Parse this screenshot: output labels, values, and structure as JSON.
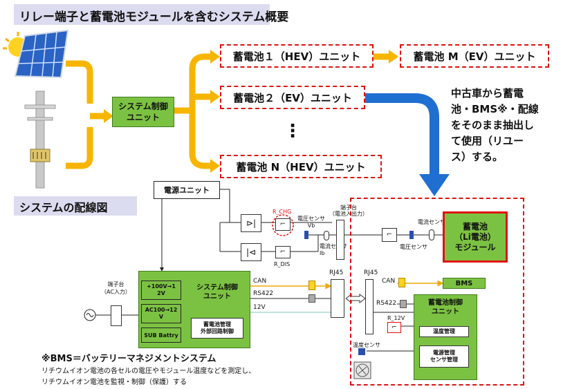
{
  "header": {
    "title": "リレー端子と蓄電池モジュールを含むシステム概要"
  },
  "overview": {
    "control_unit_label": "システム制御\nユニット",
    "battery1": "蓄電池１（HEV）ユニット",
    "batteryM": "蓄電池 M（EV）ユニット",
    "battery2": "蓄電池２（EV）ユニット",
    "ellipsis": "⋮",
    "batteryN": "蓄電池 N（HEV）ユニット",
    "note": "中古車から蓄電\n池・BMS※・配線\nをそのまま抽出し\nて使用（リユー\nス）する。"
  },
  "wiring": {
    "title": "システムの配線図",
    "power_unit": "電源ユニット",
    "terminal_ac": "端子台\n（AC入力）",
    "block_100v": "+100V→1\n2V",
    "block_ac": "AC100→12\nV",
    "block_sub": "SUB Battry",
    "system_control": "システム制御\nユニット",
    "battery_mgmt": "蓄電池管理\n外部回路制御",
    "r_chg": "R_CHG",
    "r_dis": "R_DIS",
    "v_sensor": "電圧センサ\nVb",
    "terminal_io": "端子台\n（電池入出力）",
    "i_sensor": "電流センサ\nIb",
    "can": "CAN",
    "rs422": "RS422",
    "v12": "12V",
    "rj45": "RJ45",
    "rj45_b": "RJ45",
    "can_b": "CAN",
    "rs422_b": "RS422",
    "r_12v": "R_12V",
    "temp_sensor": "温度センサ",
    "v_sensor_b": "電圧センサ",
    "i_sensor_b": "電流センサ",
    "battery_module": "蓄電池\n（Li電池）\nモジュール",
    "bms": "BMS",
    "battery_control": "蓄電池制御\nユニット",
    "temp_mgmt": "温度管理",
    "power_mgmt": "電源管理\nセンサ管理"
  },
  "footnote": {
    "title": "※BMS＝バッテリーマネジメントシステム",
    "line1": "リチウムイオン電池の各セルの電圧やモジュール温度などを測定し、",
    "line2": "リチウムイオン電池を監視・制御（保護）する"
  },
  "colors": {
    "arrow_yellow": "#f7b500",
    "arrow_blue": "#1f6fd1",
    "green": "#7cc242",
    "red": "#e01010"
  }
}
